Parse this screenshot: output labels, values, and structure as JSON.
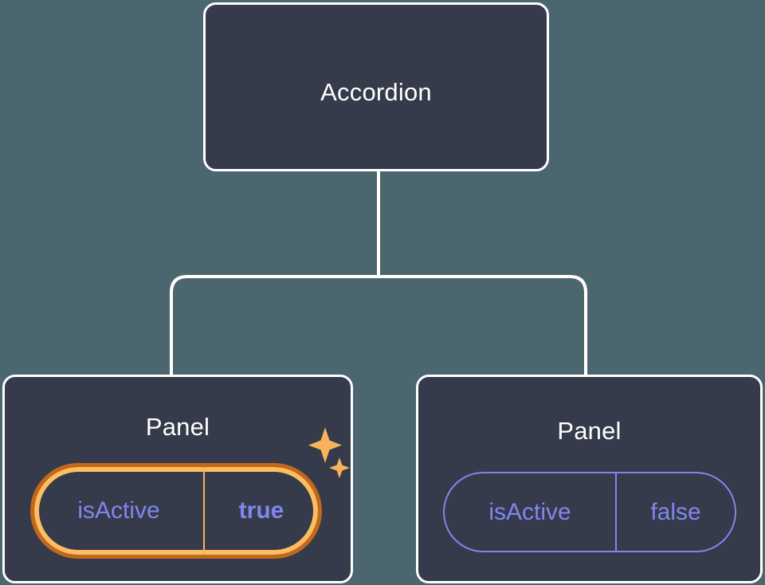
{
  "diagram": {
    "type": "component-tree",
    "background_color": "#4c6670",
    "card_fill_color": "#353b4a",
    "card_border_color": "#ffffff",
    "connector_color": "#ffffff",
    "prop_color": "#8186ef",
    "highlight_outer_color": "#c2671b",
    "highlight_inner_color": "#fbbf62",
    "sparkle_color": "#f7b35c"
  },
  "nodes": {
    "root": {
      "title": "Accordion"
    },
    "child_left": {
      "title": "Panel",
      "prop": {
        "key": "isActive",
        "value": "true",
        "highlighted": true
      }
    },
    "child_right": {
      "title": "Panel",
      "prop": {
        "key": "isActive",
        "value": "false",
        "highlighted": false
      }
    }
  },
  "icons": {
    "sparkle_large": "sparkle-icon",
    "sparkle_small": "sparkle-small-icon"
  }
}
